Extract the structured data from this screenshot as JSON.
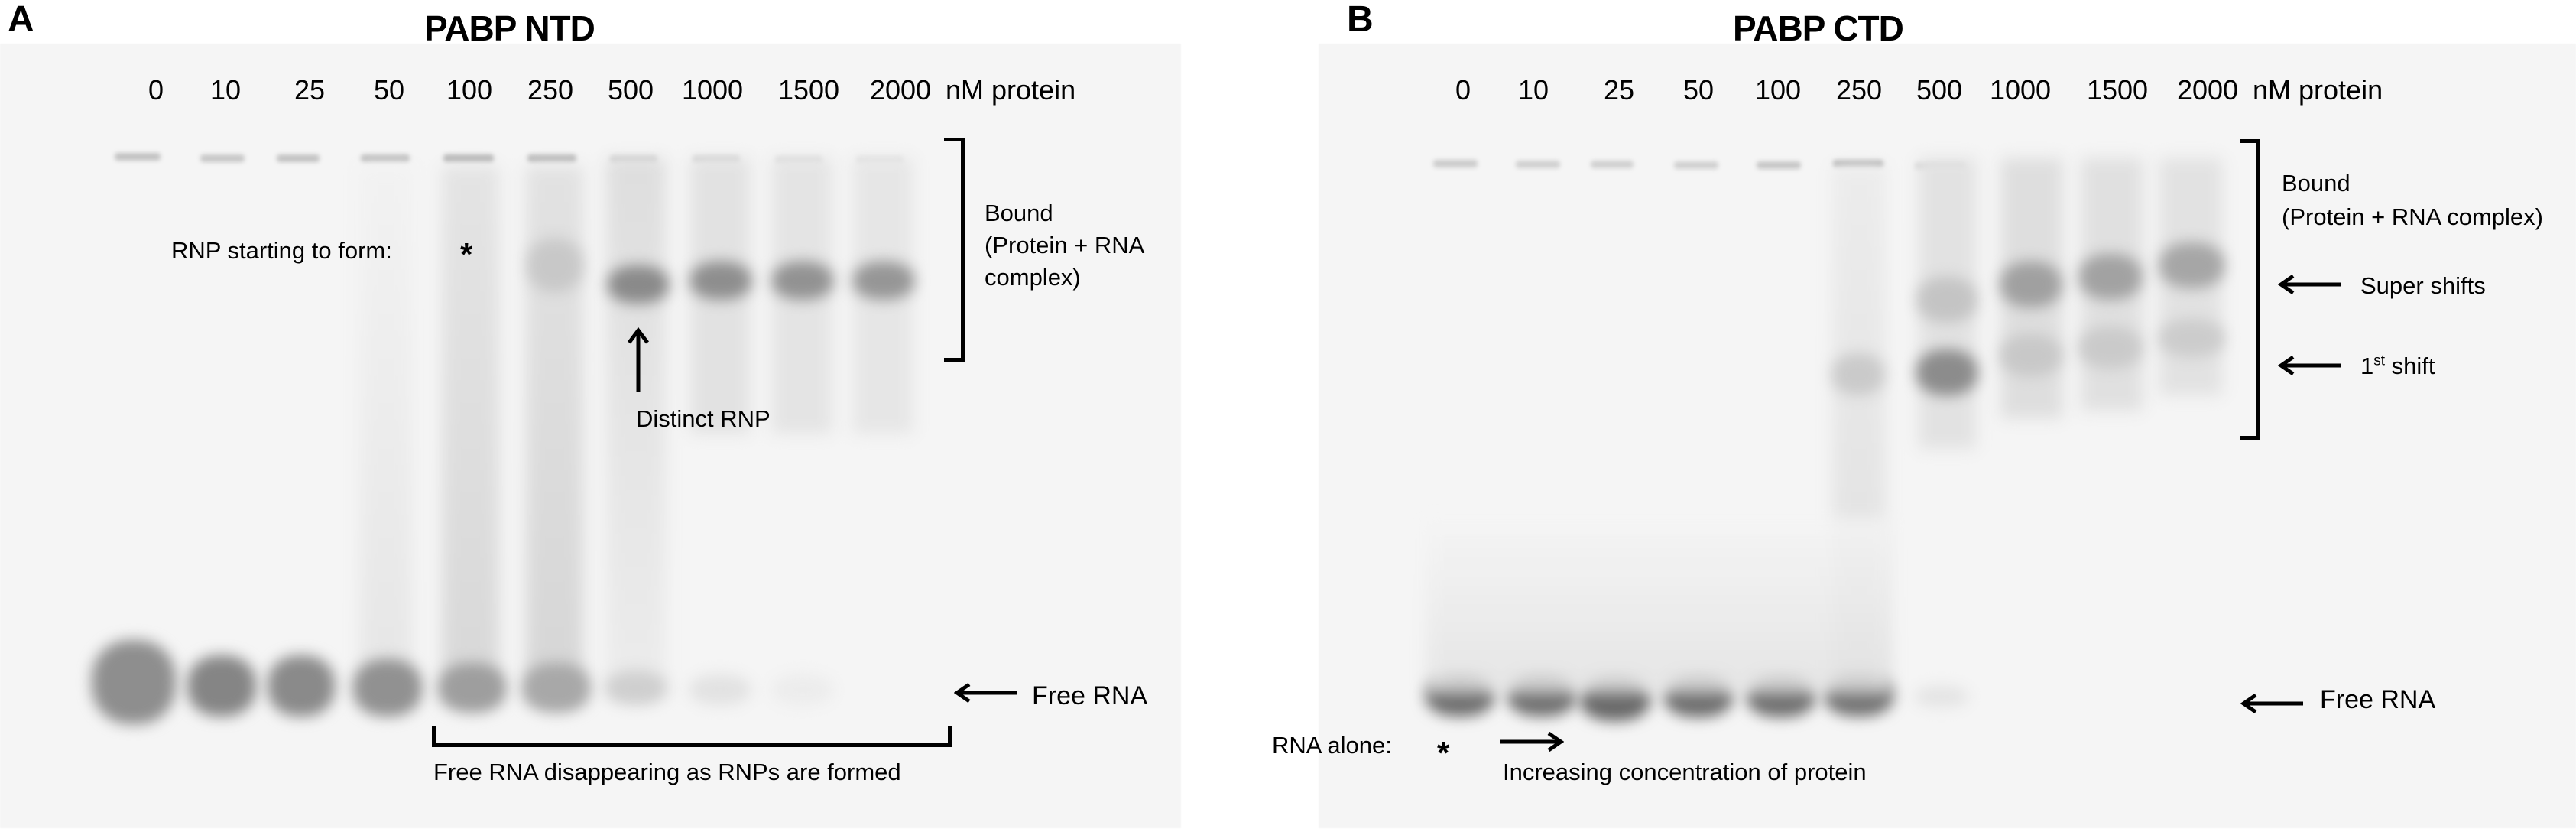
{
  "figure": {
    "panels": [
      {
        "letter": "A",
        "title": "PABP NTD",
        "lane_labels": [
          "0",
          "10",
          "25",
          "50",
          "100",
          "250",
          "500",
          "1000",
          "1500",
          "2000"
        ],
        "units": "nM protein",
        "annotations": {
          "rnp_start": "RNP starting to form:",
          "rnp_start_marker": "*",
          "bound_line1": "Bound",
          "bound_line2": "(Protein + RNA",
          "bound_line3": "complex)",
          "distinct_rnp": "Distinct RNP",
          "free_rna": "Free RNA",
          "free_rna_disappearing": "Free RNA disappearing as RNPs are formed"
        }
      },
      {
        "letter": "B",
        "title": "PABP CTD",
        "lane_labels": [
          "0",
          "10",
          "25",
          "50",
          "100",
          "250",
          "500",
          "1000",
          "1500",
          "2000"
        ],
        "units": "nM protein",
        "annotations": {
          "bound_line1": "Bound",
          "bound_line2": "(Protein + RNA complex)",
          "super_shifts": "Super shifts",
          "first_shift_num": "1",
          "first_shift_sup": "st",
          "first_shift_word": " shift",
          "free_rna": "Free RNA",
          "rna_alone": "RNA alone:",
          "rna_alone_marker": "*",
          "increasing": "Increasing concentration of protein"
        }
      }
    ]
  },
  "colors": {
    "gel_background": "#f5f5f5",
    "band_dark": "#6e6e6e",
    "text": "#000000"
  }
}
